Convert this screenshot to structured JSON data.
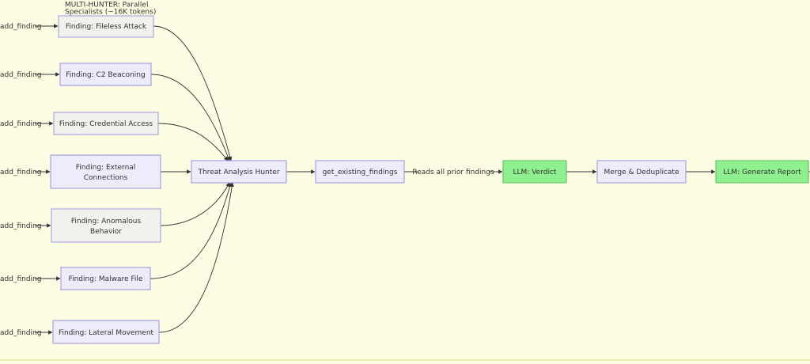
{
  "cluster": {
    "title_line1": "MULTI-HUNTER: Parallel",
    "title_line2": "Specialists (~16K tokens)"
  },
  "edge_label_add": "add_finding",
  "findings": [
    {
      "label": [
        "Finding: Fileless Attack"
      ]
    },
    {
      "label": [
        "Finding: C2 Beaconing"
      ]
    },
    {
      "label": [
        "Finding: Credential Access"
      ]
    },
    {
      "label": [
        "Finding: External",
        "Connections"
      ]
    },
    {
      "label": [
        "Finding: Anomalous",
        "Behavior"
      ]
    },
    {
      "label": [
        "Finding: Malware File"
      ]
    },
    {
      "label": [
        "Finding: Lateral Movement"
      ]
    }
  ],
  "pipeline": {
    "hunter": "Threat Analysis Hunter",
    "get_existing": "get_existing_findings",
    "edge_reads": "Reads all prior findings",
    "verdict": "LLM: Verdict",
    "merge": "Merge & Deduplicate",
    "report": "LLM: Generate Report"
  },
  "colors": {
    "background": "#fdfde4",
    "node": "#ececfb",
    "llm_node": "#8ff08f",
    "border": "#9a8fe0"
  }
}
